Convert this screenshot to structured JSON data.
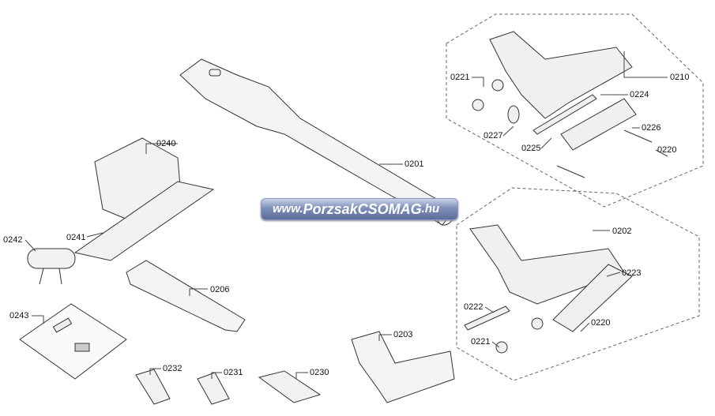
{
  "watermark": {
    "prefix": "www.",
    "brand": "PorzsakCSOMAG",
    "suffix": ".hu"
  },
  "labels": {
    "l0221a": "0221",
    "l0210": "0210",
    "l0224": "0224",
    "l0227": "0227",
    "l0225": "0225",
    "l0226": "0226",
    "l0220a": "0220",
    "l0240": "0240",
    "l0201": "0201",
    "l0242": "0242",
    "l0241": "0241",
    "l0206": "0206",
    "l0202": "0202",
    "l0223": "0223",
    "l0222": "0222",
    "l0220b": "0220",
    "l0221b": "0221",
    "l0243": "0243",
    "l0203": "0203",
    "l0232": "0232",
    "l0231": "0231",
    "l0230": "0230"
  }
}
